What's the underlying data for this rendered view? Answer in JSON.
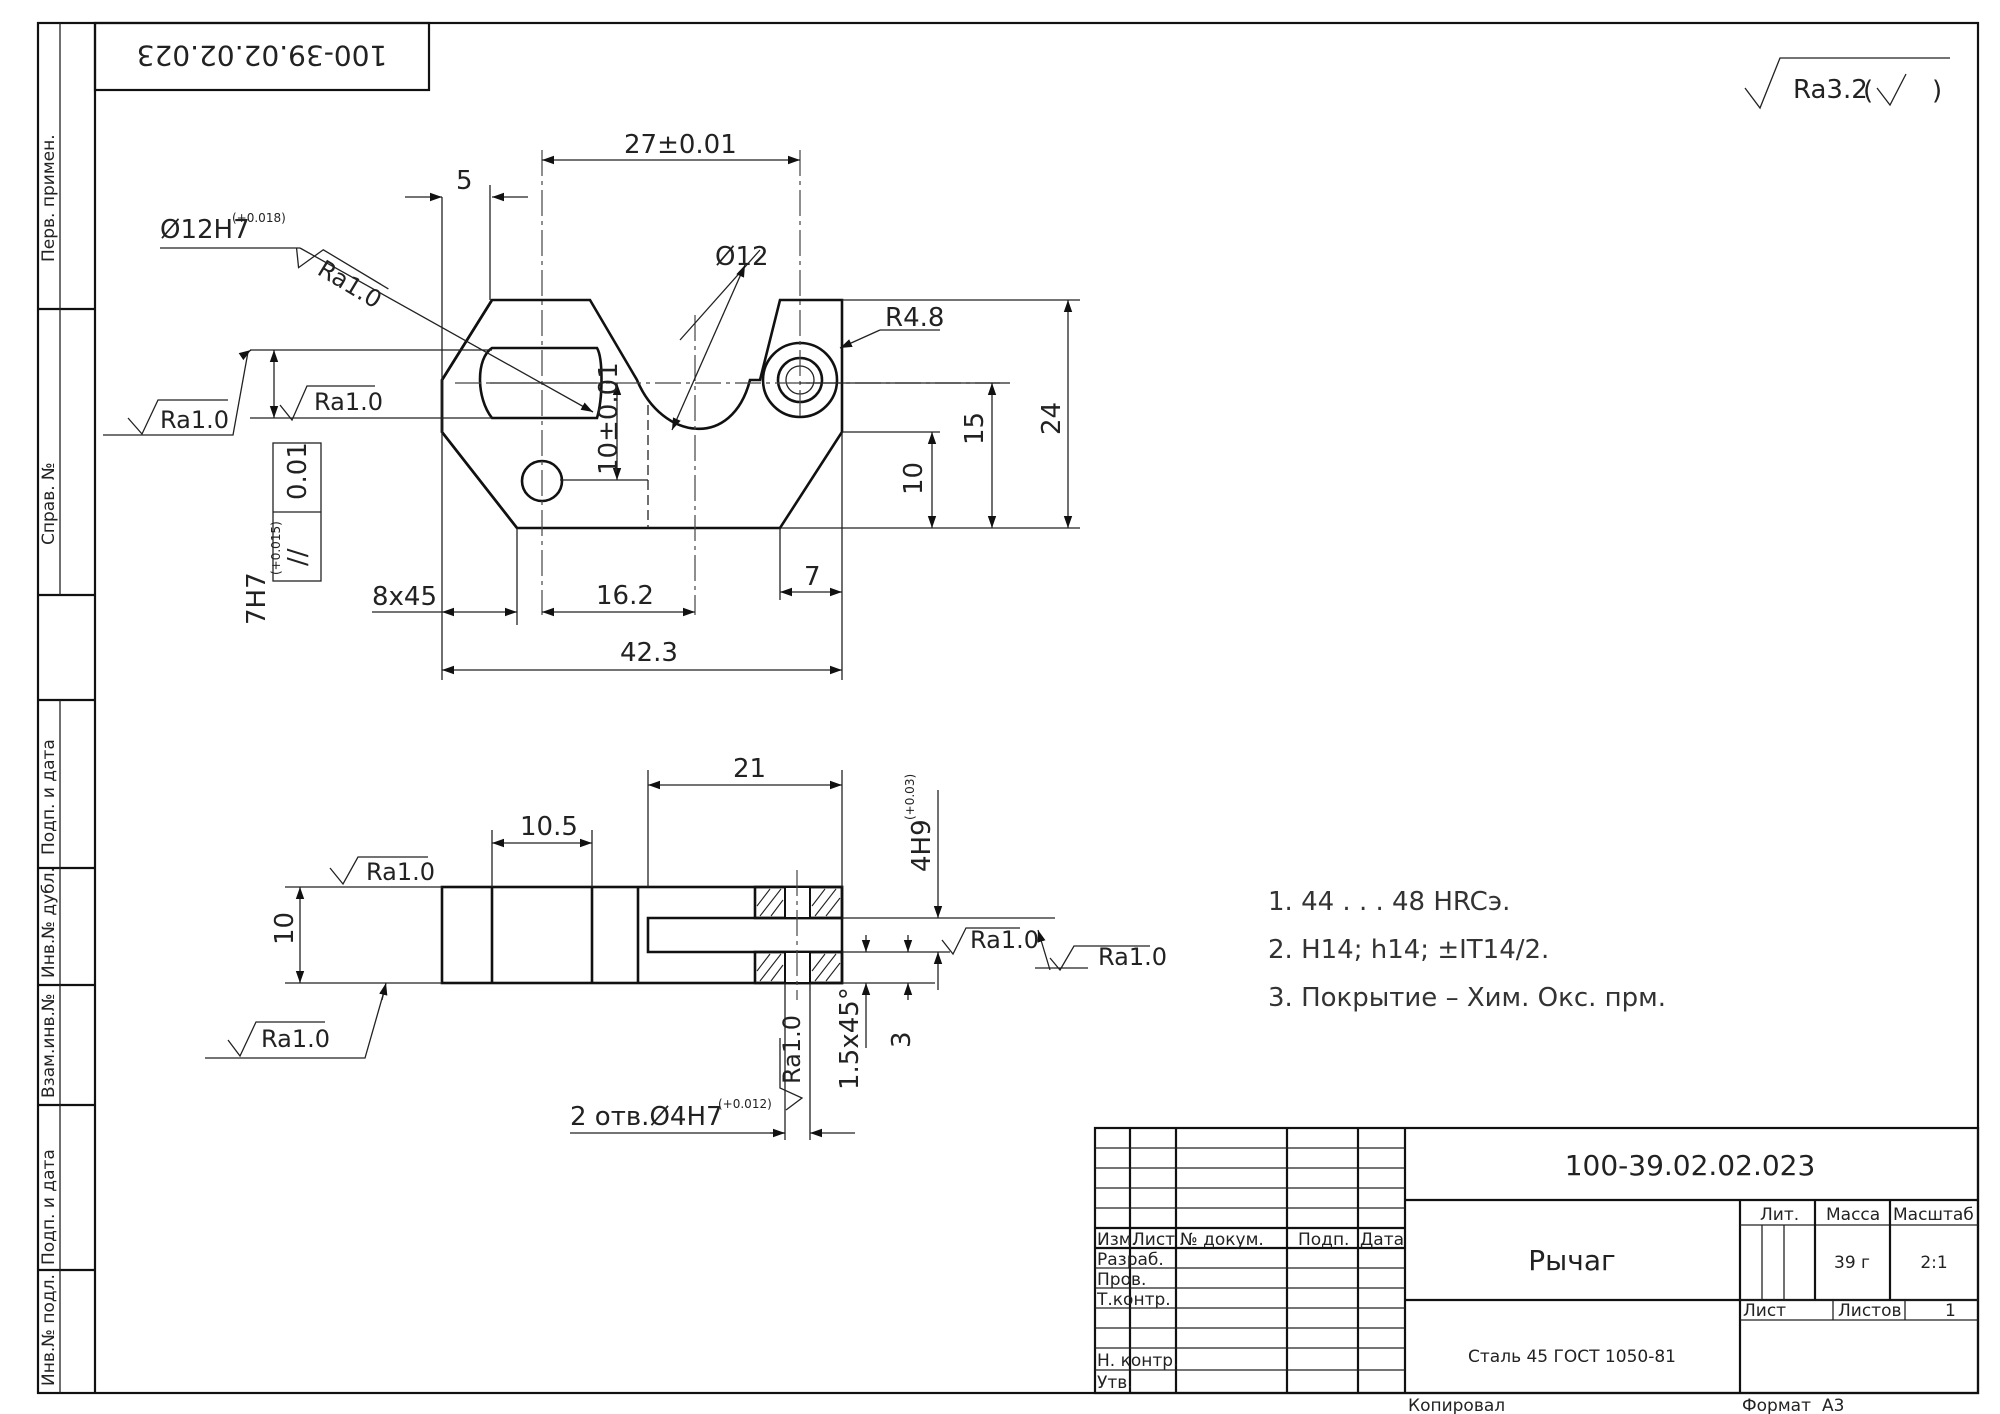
{
  "drawing_number": "100-39.02.02.023",
  "drawing_number_mirrored": "100-39.02.02.023",
  "surface_finish_general": "Ra3.2",
  "surface_finish_labels": [
    "Ra1.0",
    "Ra1.0",
    "Ra1.0",
    "Ra1.0",
    "Ra1.0",
    "Ra1.0",
    "Ra1.0",
    "Ra1.0"
  ],
  "dimensions": {
    "d27": "27±0.01",
    "d5": "5",
    "bore_main": "Ø12H7",
    "bore_main_tol": "(+0.018)",
    "d12": "Ø12",
    "r48": "R4.8",
    "d24": "24",
    "d15": "15",
    "d10": "10",
    "d10_tol": "10±0.01",
    "chamfer": "8x45",
    "d162": "16.2",
    "d7": "7",
    "d423": "42.3",
    "fit_7h7": "7H7",
    "fit_7h7_tol": "(+0.015)",
    "parallel_value": "0.01",
    "parallel_symbol": "//",
    "d21": "21",
    "d105": "10.5",
    "slot": "4H9",
    "slot_tol": "(+0.03)",
    "side_10": "10",
    "d3": "3",
    "chamfer_small": "1.5x45°",
    "holes": "2 отв.Ø4H7",
    "holes_tol": "(+0.012)"
  },
  "notes": [
    "1. 44 . . . 48 HRCэ.",
    "2. H14; h14; ±IT14/2.",
    "3. Покрытие – Хим. Окс. прм."
  ],
  "side_stamp": [
    "Перв. примен.",
    "Справ. №",
    "Подп. и дата",
    "Инв.№ дубл.",
    "Взам.инв.№",
    "Подп. и дата",
    "Инв.№ подл."
  ],
  "title_block": {
    "number": "100-39.02.02.023",
    "name": "Рычаг",
    "material": "Сталь 45 ГОСТ 1050-81",
    "col_izm": "Изм.",
    "col_list": "Лист",
    "col_doc": "№ докум.",
    "col_sign": "Подп.",
    "col_date": "Дата",
    "row_razrab": "Разраб.",
    "row_prov": "Пров.",
    "row_tkontr": "Т.контр.",
    "row_nkontr": "Н. контр.",
    "row_utv": "Утв.",
    "lit": "Лит.",
    "massa_label": "Масса",
    "massa": "39 г",
    "masshtab_label": "Масштаб",
    "masshtab": "2:1",
    "sheet_label": "Лист",
    "sheets_label": "Листов",
    "sheets": "1",
    "copied": "Копировал",
    "format_label": "Формат",
    "format": "A3"
  }
}
